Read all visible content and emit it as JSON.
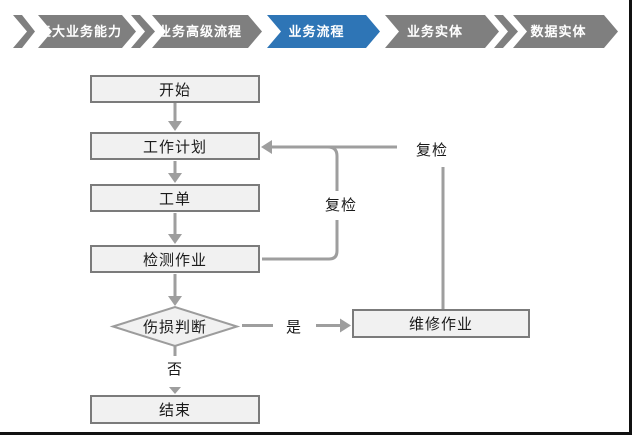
{
  "nav": {
    "tabs": [
      {
        "label": "五大业务能力",
        "active": false
      },
      {
        "label": "业务高级流程",
        "active": false
      },
      {
        "label": "业务流程",
        "active": true
      },
      {
        "label": "业务实体",
        "active": false
      },
      {
        "label": "数据实体",
        "active": false
      }
    ]
  },
  "flowchart": {
    "nodes": {
      "start": "开始",
      "plan": "工作计划",
      "order": "工单",
      "inspect": "检测作业",
      "decision": "伤损判断",
      "repair": "维修作业",
      "end": "结束"
    },
    "edge_labels": {
      "recheck_inner": "复检",
      "recheck_outer": "复检",
      "yes": "是",
      "no": "否"
    }
  },
  "colors": {
    "active_tab_blue": "#2E75B6",
    "tab_gray": "#7F7F7F",
    "line_gray": "#9E9E9E",
    "box_fill": "#F1F1F1",
    "box_border": "#7B7B7B",
    "frame_border": "#111111",
    "text_dark": "#1A1A1A",
    "nav_text": "#FFFFFF"
  }
}
